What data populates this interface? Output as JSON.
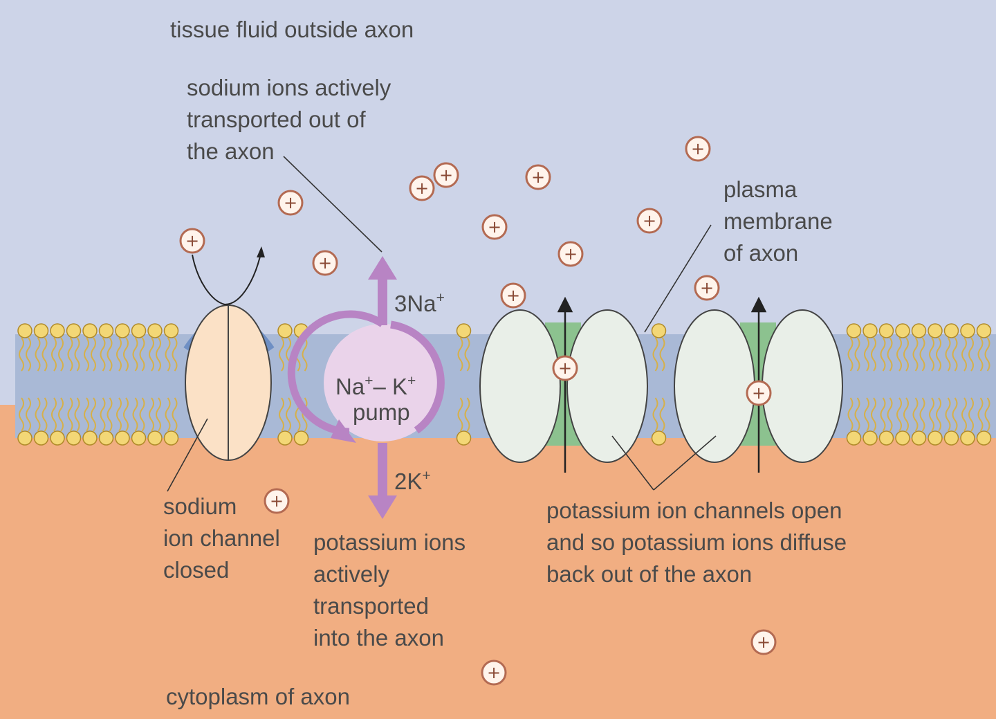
{
  "labels": {
    "outside": "tissue fluid outside axon",
    "sodium_out": [
      "sodium ions actively",
      "transported out of",
      "the axon"
    ],
    "membrane": [
      "plasma",
      "membrane",
      "of axon"
    ],
    "na_channel": [
      "sodium",
      "ion channel",
      "closed"
    ],
    "k_in": [
      "potassium ions",
      "actively",
      "transported",
      "into the axon"
    ],
    "k_channels": [
      "potassium ion channels open",
      "and so potassium ions diffuse",
      "back out of the axon"
    ],
    "cytoplasm": "cytoplasm of axon"
  },
  "pump": {
    "name_line1": "Na+– K+",
    "name_line2": "pump",
    "na_out": "3Na+",
    "k_in": "2K+"
  },
  "ion_symbol": "+",
  "colors": {
    "tissue_fluid": "#cdd4e8",
    "cytoplasm": "#f1ae82",
    "phospholipid_head": "#f3d776",
    "membrane_core": "#a9b9d6",
    "pump_fill": "#ead3ea",
    "pump_arrows": "#b884c4",
    "k_channel_fill": "#e9efe8",
    "k_channel_pore": "#8cc28f",
    "na_channel_fill": "#fbe1c6",
    "na_channel_gate": "#6e8fc4",
    "ion_ring": "#b36a52",
    "ion_fill": "#fff4ec"
  }
}
